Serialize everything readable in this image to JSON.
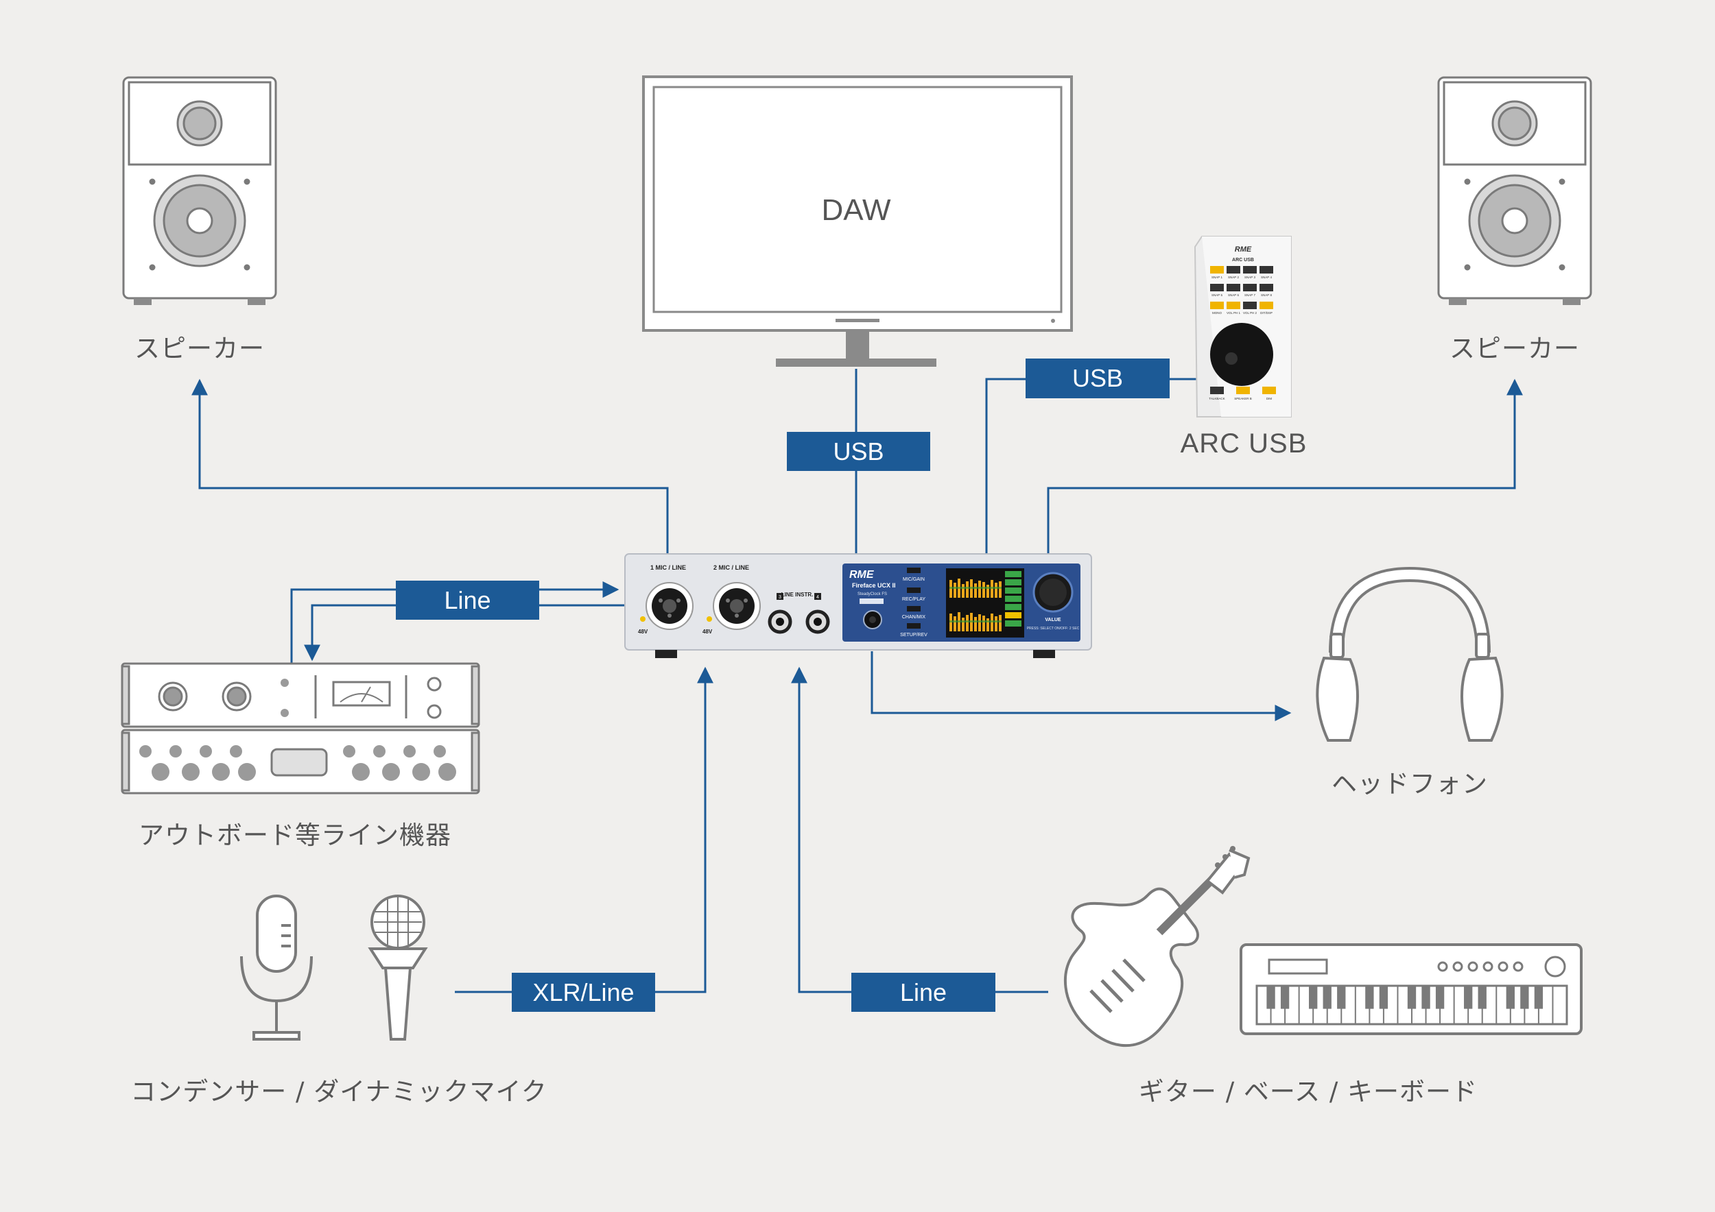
{
  "diagram": {
    "monitor_label": "DAW",
    "labels": {
      "speaker_left": "スピーカー",
      "speaker_right": "スピーカー",
      "arc_usb": "ARC USB",
      "outboard": "アウトボード等ライン機器",
      "mics": "コンデンサー / ダイナミックマイク",
      "instruments": "ギター / ベース / キーボード",
      "headphones": "ヘッドフォン"
    },
    "connections": {
      "usb_daw": "USB",
      "usb_arc": "USB",
      "line_outboard": "Line",
      "xlr_line": "XLR/Line",
      "line_instruments": "Line"
    },
    "interface": {
      "brand": "RME",
      "model": "Fireface UCX II",
      "clock": "SteadyClock FS",
      "input1": "1  MIC / LINE",
      "input2": "2  MIC / LINE",
      "line_instr": "LINE INSTR.",
      "phantom": "48V",
      "ch3": "3",
      "ch4": "4",
      "buttons": [
        "MIC/GAIN",
        "REC/PLAY",
        "CHAN/MIX",
        "SETUP/REV"
      ],
      "knob_label": "VALUE",
      "knob_sub": "PRESS: SELECT ON/OFF: 2 SEC"
    },
    "arc": {
      "brand": "RME",
      "title": "ARC USB",
      "snap_row1": [
        "SNAP 1",
        "SNAP 2",
        "SNAP 3",
        "SNAP 4"
      ],
      "snap_row2": [
        "SNAP 5",
        "SNAP 6",
        "SNAP 7",
        "SNAP 8"
      ],
      "row3": [
        "MONO",
        "VOL PH 1",
        "VOL PH 2",
        "DIT/DSP"
      ],
      "row4": [
        "TALKBACK",
        "SPEAKER B",
        "DIM"
      ]
    }
  },
  "colors": {
    "accent": "#1c5a96",
    "background": "#f0efed",
    "line_art": "#8a8a8a"
  }
}
